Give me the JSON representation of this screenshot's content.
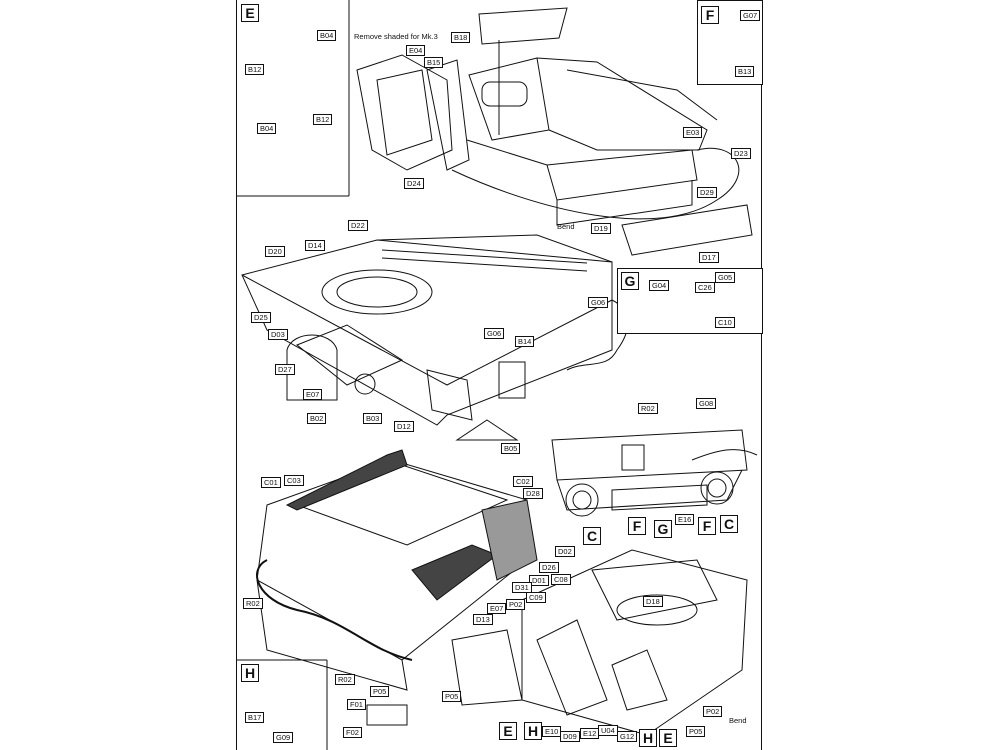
{
  "notes": {
    "remove_shaded": "Remove shaded for Mk.3",
    "bend": "Bend"
  },
  "panels": {
    "E": {
      "letter": "E",
      "parts": [
        "B04",
        "B12",
        "B04",
        "B12"
      ]
    },
    "F": {
      "letter": "F",
      "parts": [
        "G07",
        "B13"
      ]
    },
    "G": {
      "letter": "G",
      "parts": [
        "G04",
        "G05",
        "C26",
        "C10"
      ]
    },
    "H": {
      "letter": "H",
      "parts": [
        "B17",
        "G09"
      ]
    }
  },
  "step1": {
    "parts": [
      "E04",
      "B18",
      "B15",
      "E03",
      "D23",
      "D24",
      "D29",
      "D19",
      "D17"
    ]
  },
  "step2": {
    "parts": [
      "D22",
      "D14",
      "D20",
      "D25",
      "D03",
      "D27",
      "E07",
      "B02",
      "B03",
      "D12",
      "G06",
      "G06",
      "B14",
      "R02",
      "B05"
    ]
  },
  "step3": {
    "parts": [
      "G08",
      "E16"
    ],
    "view_markers": [
      "C",
      "F",
      "G",
      "F",
      "C"
    ]
  },
  "step4": {
    "parts": [
      "C01",
      "C03",
      "C02",
      "D28",
      "D02",
      "D26",
      "D01",
      "D31",
      "C08",
      "C09",
      "P02",
      "E07",
      "D13",
      "R02",
      "R02",
      "P05",
      "D18",
      "P05"
    ],
    "view_markers": [
      "E",
      "H",
      "H",
      "E"
    ],
    "bottom_parts": [
      "E10",
      "D09",
      "E12",
      "U04",
      "G12",
      "P02",
      "P05"
    ]
  },
  "small_parts": [
    "F01",
    "F02"
  ]
}
